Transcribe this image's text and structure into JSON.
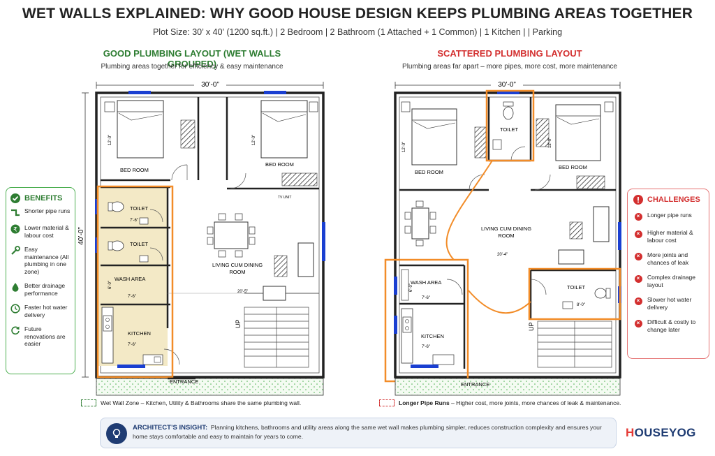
{
  "header": {
    "title": "WET WALLS EXPLAINED: WHY GOOD HOUSE DESIGN KEEPS PLUMBING AREAS TOGETHER",
    "subtitle": "Plot Size: 30’ x 40’ (1200 sq.ft.)  |  2 Bedroom  |  2 Bathroom (1 Attached + 1 Common)  |  1 Kitchen  |  |  Parking"
  },
  "good_plan": {
    "heading": "GOOD PLUMBING LAYOUT (WET WALLS GROUPED)",
    "subheading": "Plumbing areas together for efficiency & easy maintenance",
    "width_dim": "30’-0”",
    "height_dim": "40’-0”",
    "rooms": {
      "bed_left": "BED ROOM",
      "bed_right": "BED ROOM",
      "toilet_1": "TOILET",
      "toilet_2": "TOILET",
      "wash": "WASH AREA",
      "kitchen": "KITCHEN",
      "living": "LIVING CUM DINING",
      "living_2": "ROOM",
      "entrance": "ENTRANCE",
      "up": "UP"
    },
    "dims": {
      "bed_left": "12'-0\"",
      "bed_right": "12'-0\"",
      "toilet": "7'-6\"",
      "wash_h": "6'-0\"",
      "wash_w": "7'-6\"",
      "kitchen": "7'-6\"",
      "living": "20'-5\"",
      "tv": "TV UNIT"
    },
    "legend": "Wet Wall Zone – Kitchen, Utility & Bathrooms share the same plumbing wall."
  },
  "scattered_plan": {
    "heading": "SCATTERED PLUMBING LAYOUT",
    "subheading": "Plumbing areas far apart – more pipes, more cost, more maintenance",
    "width_dim": "30’-0”",
    "rooms": {
      "toilet_top": "TOILET",
      "bed_left": "BED ROOM",
      "bed_right": "BED ROOM",
      "living": "LIVING CUM DINING",
      "living_2": "ROOM",
      "wash": "WASH AREA",
      "kitchen": "KITCHEN",
      "toilet_right": "TOILET",
      "entrance": "ENTRANCE",
      "up": "UP"
    },
    "dims": {
      "bed_left": "12'-0\"",
      "bed_right": "12'-0\"",
      "wash_h": "6'-0\"",
      "wash_w": "7'-6\"",
      "kitchen": "7'-6\"",
      "living": "20'-4\"",
      "toilet_r": "8'-0\""
    },
    "legend_bold": "Longer Pipe Runs",
    "legend_rest": " – Higher cost, more joints, more chances of leak & maintenance."
  },
  "benefits": {
    "title": "BENEFITS",
    "items": [
      {
        "icon": "pipe-icon",
        "text": "Shorter pipe runs"
      },
      {
        "icon": "rupee-icon",
        "text": "Lower material & labour cost"
      },
      {
        "icon": "wrench-icon",
        "text": "Easy maintenance (All plumbing in one zone)"
      },
      {
        "icon": "water-drop-icon",
        "text": "Better drainage performance"
      },
      {
        "icon": "clock-icon",
        "text": "Faster hot water delivery"
      },
      {
        "icon": "refresh-icon",
        "text": "Future renovations are easier"
      }
    ]
  },
  "challenges": {
    "title": "CHALLENGES",
    "items": [
      {
        "text": "Longer pipe runs"
      },
      {
        "text": "Higher material & labour cost"
      },
      {
        "text": "More joints and chances of leak"
      },
      {
        "text": "Complex drainage layout"
      },
      {
        "text": "Slower hot water delivery"
      },
      {
        "text": "Difficult & costly to change later"
      }
    ]
  },
  "insight": {
    "label": "ARCHITECT’S INSIGHT:",
    "text": "Planning kitchens, bathrooms and utility areas along the same wet wall makes plumbing simpler, reduces construction complexity and ensures your home stays comfortable and easy to maintain for years to come."
  },
  "brand": {
    "logo_h": "H",
    "logo_rest": "OUSEYOG"
  },
  "colors": {
    "good": "#2e7d32",
    "bad": "#d32f2f",
    "highlight": "#f28c28",
    "wet_fill": "#f3e9c6",
    "window": "#1a3fd1"
  }
}
